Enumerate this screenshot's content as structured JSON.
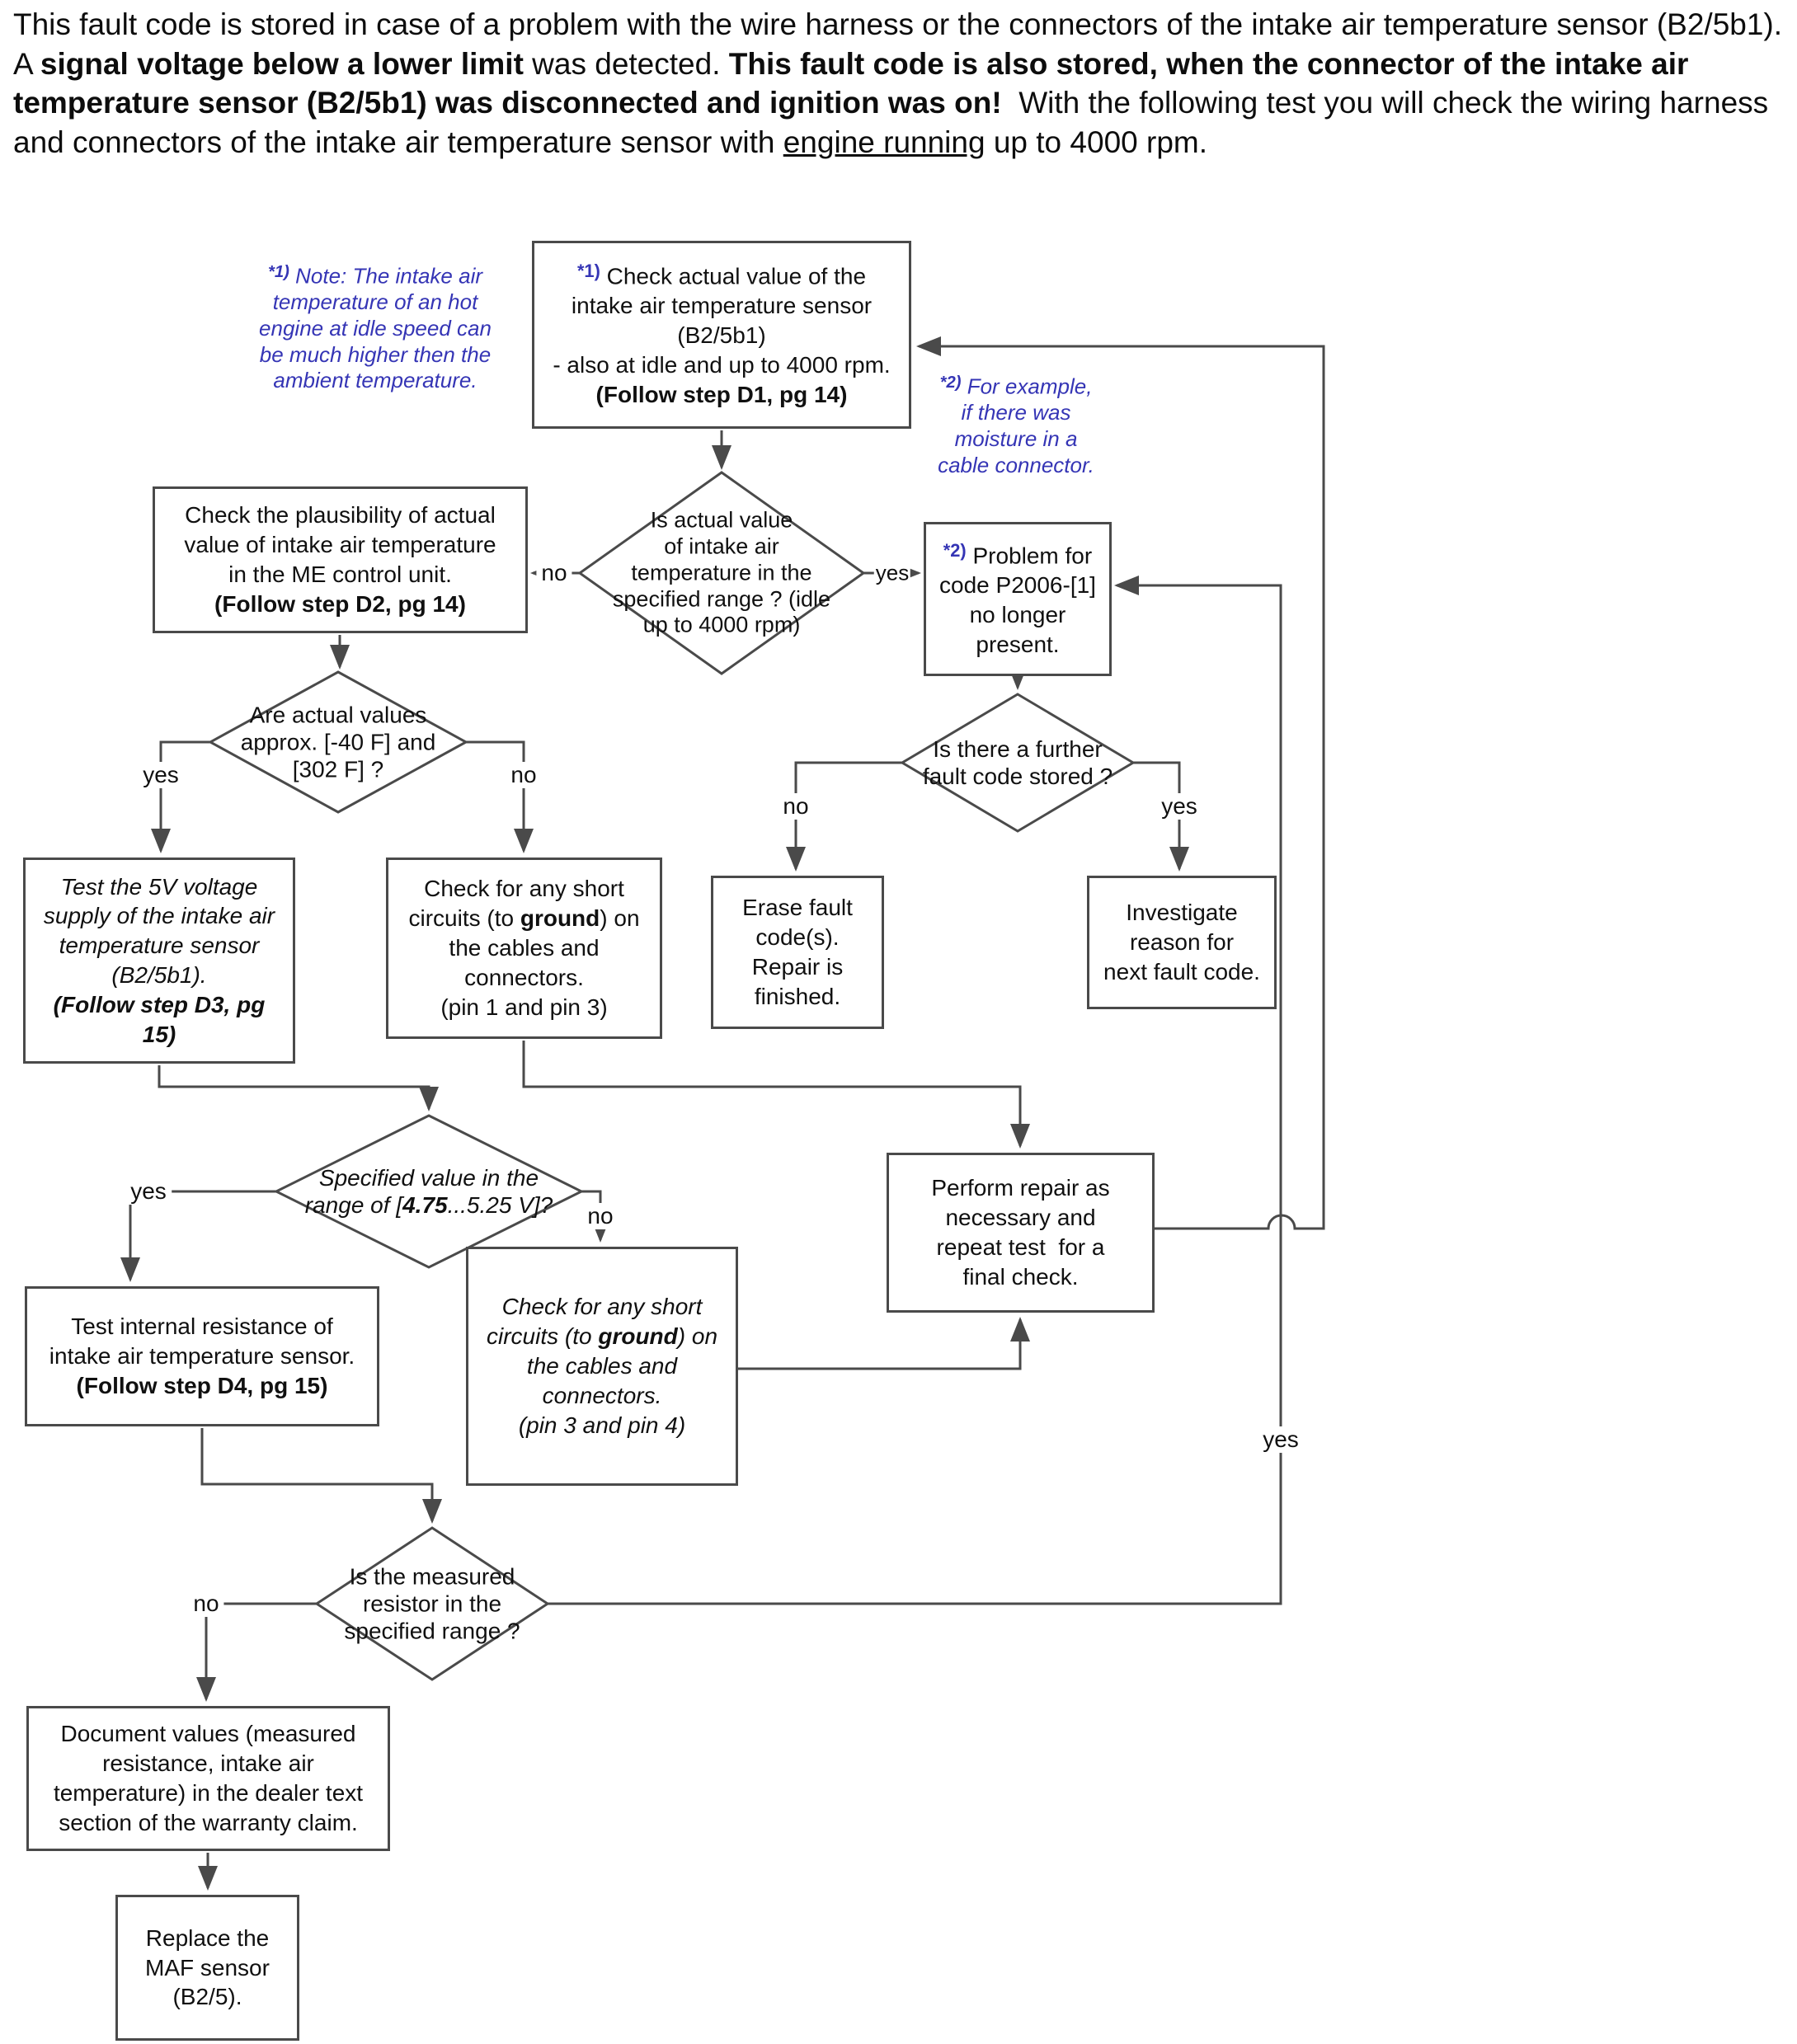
{
  "intro_html": "This fault code is stored in case of a problem with the wire harness or the connectors of the intake air temperature sensor (B2/5b1). A <b>signal voltage below a lower limit</b> was detected. <b>This fault code is also stored, when the connector of the intake air temperature sensor (B2/5b1) was disconnected and ignition was on!</b>&nbsp; With the following test you will check the wiring harness and connectors of the intake air temperature sensor with <u>engine running</u> up to 4000 rpm.",
  "notes": {
    "note1_html": "<span class='mark'>*1)</span> Note: The intake air<br>temperature of an hot<br>engine at idle speed can<br>be much higher then the<br>ambient temperature.",
    "note2_html": "<span class='mark'>*2)</span> For example,<br>if there was<br>moisture in a<br>cable connector."
  },
  "nodes": {
    "check_actual_html": "<span class='mark'>*1)</span> Check actual value of the<br>intake air temperature sensor<br>(B2/5b1)<br>- also at idle and up to 4000 rpm.<br><b>(Follow step D1, pg 14)</b>",
    "plausibility_html": "Check the plausibility of actual<br>value of intake air temperature<br>in the ME control unit.<br><b>(Follow step D2, pg 14)</b>",
    "problem_code_html": "<span class='mark'>*2)</span> Problem for<br>code P2006-[1]<br>no longer<br>present.",
    "test_5v_html": "<i>Test the 5V voltage<br>supply of the intake air<br>temperature sensor<br>(B2/5b1).<br><b>(Follow step D3, pg<br>15)</b></i>",
    "short_pin1_3_html": "Check for any short<br>circuits (to <b>ground</b>) on<br>the cables and<br>connectors.<br>(pin 1 and pin 3)",
    "erase_fault_html": "Erase fault<br>code(s).<br>Repair is<br>finished.",
    "investigate_html": "Investigate<br>reason for<br>next fault code.",
    "perform_repair_html": "Perform repair as<br>necessary and<br>repeat test&nbsp; for a<br>final check.",
    "test_internal_html": "Test internal resistance of<br>intake air temperature sensor.<br><b>(Follow step D4, pg 15)</b>",
    "short_pin3_4_html": "<i>Check for any short<br>circuits (to <b>ground</b>) on<br>the cables and<br>connectors.<br>(pin 3 and pin 4)</i>",
    "document_values_html": "Document values (measured<br>resistance, intake air<br>temperature) in the dealer text<br>section of the warranty claim.",
    "replace_maf_html": "Replace the<br>MAF sensor<br>(B2/5)."
  },
  "decisions": {
    "d1_html": "Is actual value<br>of intake air<br>temperature in the<br>specified range ? (idle<br>up to 4000 rpm)",
    "d2_html": "Are actual values<br>approx. [-40 F] and<br>[302 F] ?",
    "d3_html": "Is there a further<br>fault code stored ?",
    "d4_html": "Specified value in the<br>range of [<b>4.75</b>...5.25 V]?",
    "d5_html": "Is the measured<br>resistor in the<br>specified range ?"
  },
  "labels": {
    "no1": "no",
    "yes1": "yes",
    "yes2": "yes",
    "no2": "no",
    "no3": "no",
    "yes3": "yes",
    "yes4": "yes",
    "no4": "no",
    "no5": "no",
    "yes5": "yes"
  },
  "colors": {
    "note_blue": "#3535b5",
    "line": "#4a4a4a",
    "text": "#111111"
  }
}
